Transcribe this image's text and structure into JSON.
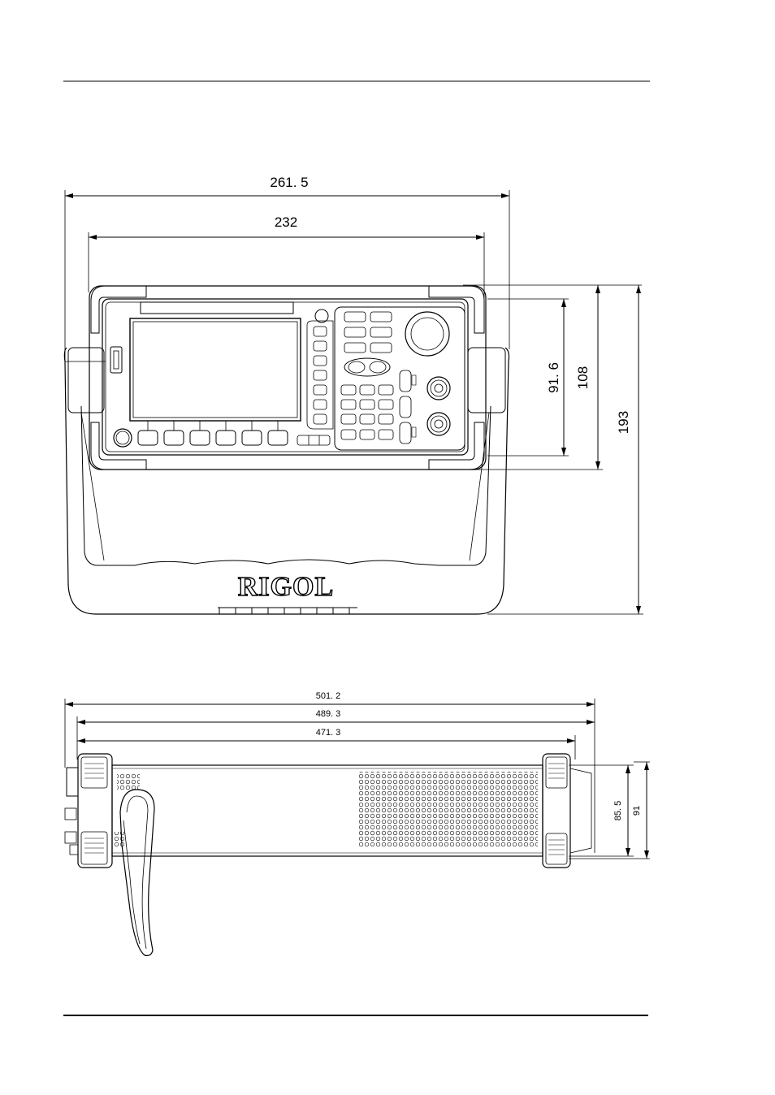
{
  "front_view": {
    "dims": {
      "total_width": "261. 5",
      "body_width": "232",
      "panel_height": "91. 6",
      "body_height": "108",
      "total_height": "193"
    },
    "logo": "RIGOL"
  },
  "side_view": {
    "dims": {
      "total_length": "501. 2",
      "length_with_handle": "489. 3",
      "body_length": "471. 3",
      "body_height": "85. 5",
      "total_height": "91"
    }
  }
}
